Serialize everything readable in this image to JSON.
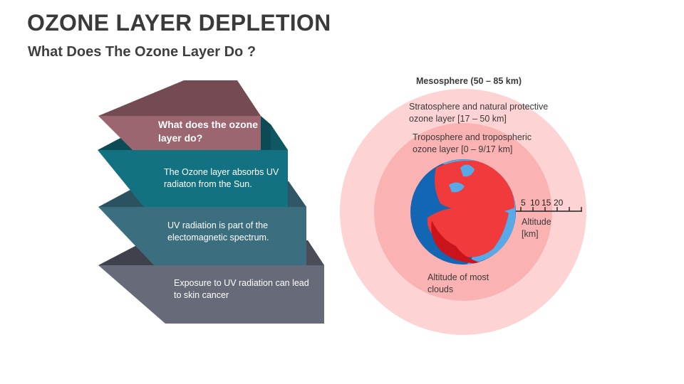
{
  "header": {
    "title": "OZONE LAYER DEPLETION",
    "subtitle": "What Does The Ozone Layer Do ?"
  },
  "steps": [
    {
      "text": "What does the ozone layer do?",
      "color": "#9c6670"
    },
    {
      "text": "The Ozone layer absorbs UV radiaton from the Sun.",
      "color": "#137282"
    },
    {
      "text": "UV radiation is part of the electomagnetic spectrum.",
      "color": "#3b6f80"
    },
    {
      "text": "Exposure to UV radiation can lead to skin cancer",
      "color": "#676a78"
    }
  ],
  "atmosphere": {
    "mesosphere": "Mesosphere (50 – 85 km)",
    "stratosphere": "Stratosphere and natural protective ozone layer [17 – 50 km]",
    "troposphere": "Troposphere and tropospheric ozone layer [0 – 9/17 km]",
    "clouds": "Altitude of most clouds",
    "altitude_label": "Altitude [km]",
    "ticks": [
      "5",
      "10",
      "15",
      "20"
    ],
    "colors": {
      "outer": "#fdd3d3",
      "middle": "#fbb2b3",
      "earth_ocean": "#1266b4",
      "earth_ocean_light": "#58a9e8",
      "earth_land": "#f03a3c"
    }
  }
}
